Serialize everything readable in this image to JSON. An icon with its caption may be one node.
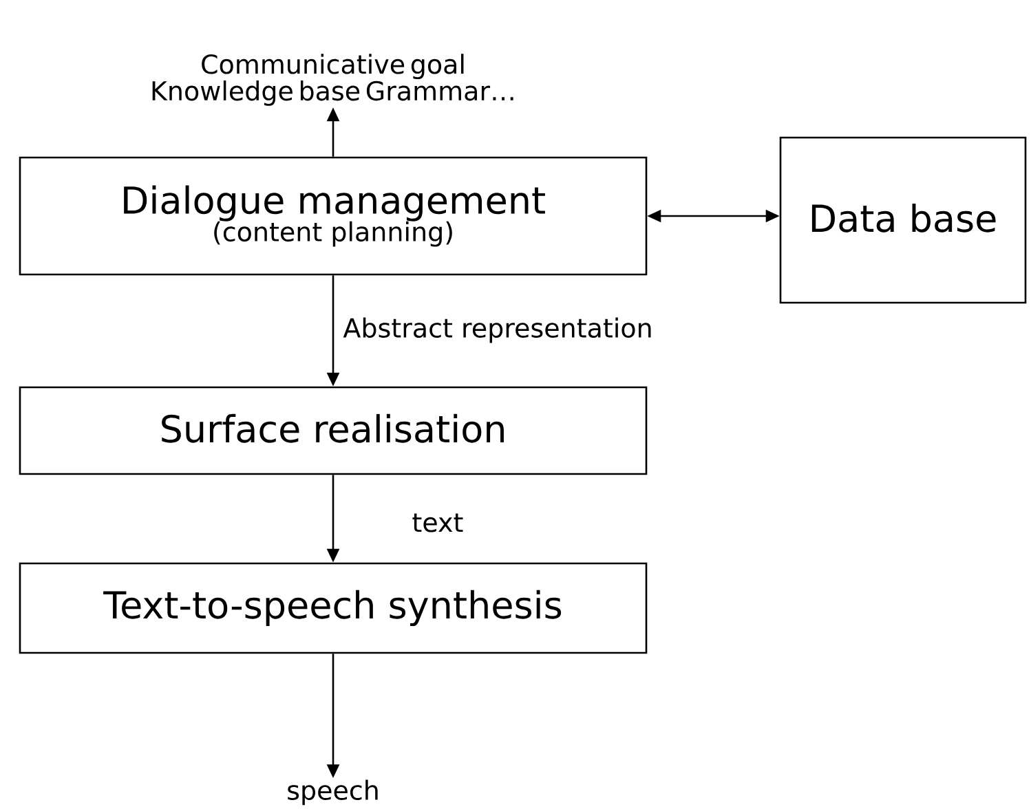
{
  "diagram": {
    "nodes": [
      {
        "text": [
          "Communicative goal Knowledge base Grammar…"
        ]
      },
      {
        "text": [
          "Dialogue management",
          "(content planning)"
        ]
      },
      {
        "text": [
          "Data base"
        ]
      },
      {
        "text": [
          "Surface realisation"
        ]
      },
      {
        "text": [
          "Text-to-speech synthesis"
        ]
      },
      {
        "text": [
          "speech"
        ]
      }
    ],
    "edges": [
      {
        "from": 1,
        "to": 0,
        "arrow": "to"
      },
      {
        "from": 1,
        "to": 2,
        "arrow": "both"
      },
      {
        "from": 1,
        "to": 3,
        "arrow": "to",
        "label": "Abstract representation"
      },
      {
        "from": 3,
        "to": 4,
        "arrow": "to",
        "label": "text"
      },
      {
        "from": 4,
        "to": 5,
        "arrow": "to"
      }
    ]
  }
}
